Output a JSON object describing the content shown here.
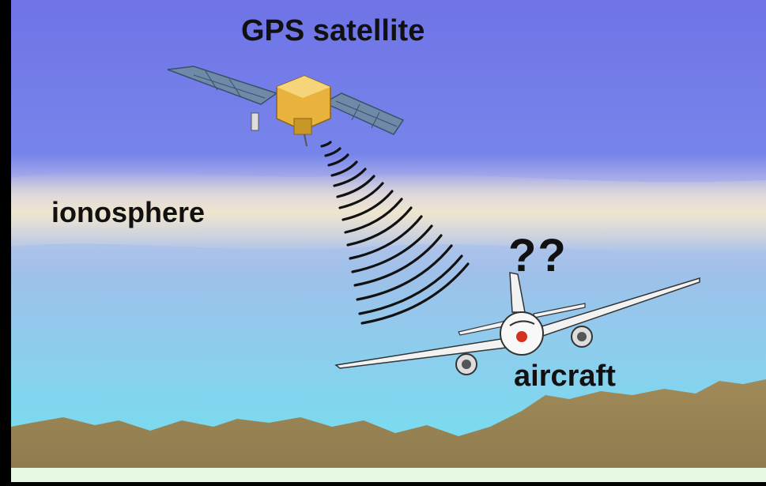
{
  "labels": {
    "satellite": "GPS satellite",
    "ionosphere": "ionosphere",
    "question": "??",
    "aircraft": "aircraft"
  },
  "colors": {
    "sky_top": "#6f73e6",
    "sky_mid": "#7aa6ea",
    "sky_bottom": "#72e0f0",
    "ionosphere_band": "#f4e9cc",
    "ground": "#a08a58",
    "ground_bottom": "#e6f7e2",
    "signal_arcs": "#111111",
    "satellite_body": "#e8b23c",
    "solar_panel": "#6f8aa8"
  },
  "icons": [
    "satellite-icon",
    "aircraft-icon",
    "signal-waves-icon"
  ]
}
